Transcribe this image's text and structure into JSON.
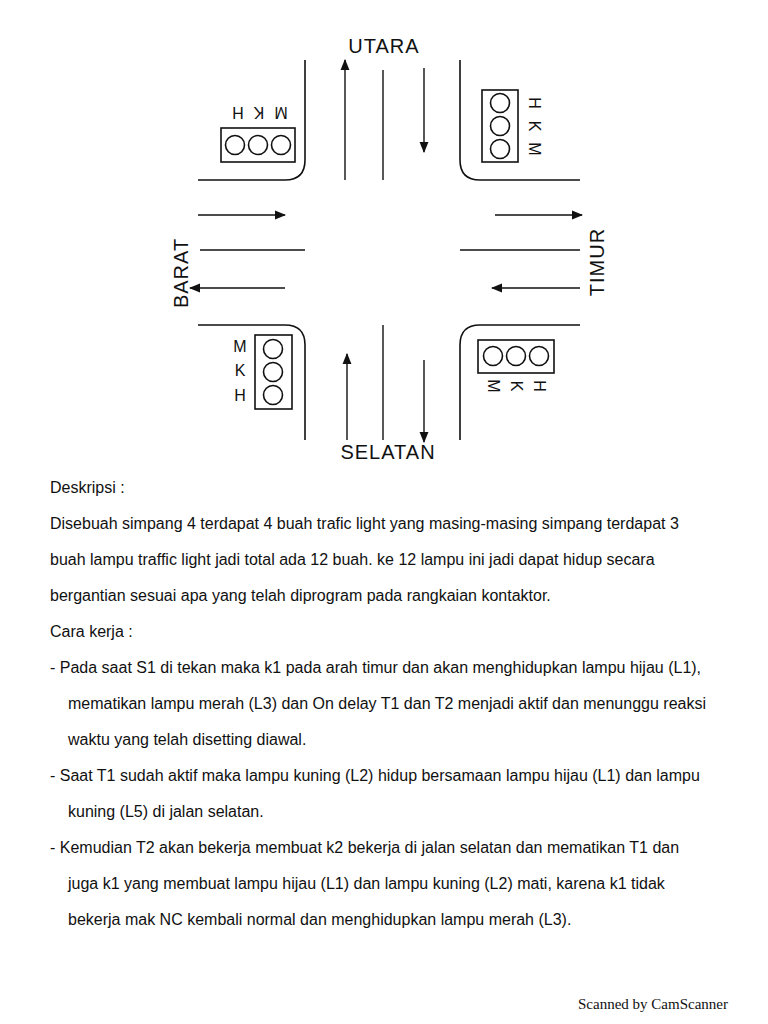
{
  "diagram": {
    "labels": [
      "UTARA",
      "H",
      "K",
      "M",
      "H",
      "K",
      "M",
      "BARAT",
      "TIMUR",
      "M",
      "K",
      "H",
      "M",
      "K",
      "H",
      "SELATAN",
      "Deskripsi :",
      "Disebuah simpang 4 terdapat 4 buah trafic light yang masing-masing simpang terdapat 3 buah lampu traffic light jadi total ada 12 buah. ke 12 lampu ini jadi dapat hidup secara bergantian sesuai apa yang telah diprogram pada rangkaian kontaktor.",
      "Cara kerja :",
      "- Pada saat S1 di tekan maka k1 pada arah timur dan akan menghidupkan lampu hijau (L1), mematikan lampu merah (L3) dan On delay T1 dan T2 menjadi aktif dan menunggu reaksi waktu yang telah disetting diawal.",
      "- Saat T1 sudah aktif maka lampu kuning (L2) hidup bersamaan lampu hijau (L1) dan lampu kuning (L5) di jalan selatan.",
      "- Kemudian T2 akan bekerja membuat k2 bekerja di jalan selatan dan mematikan T1 dan juga k1 yang membuat lampu hijau (L1) dan lampu kuning (L2) mati, karena k1 tidak bekerja mak NC kembali normal dan menghidupkan lampu merah (L3).",
      "Scanned by CamScanner"
    ]
  }
}
